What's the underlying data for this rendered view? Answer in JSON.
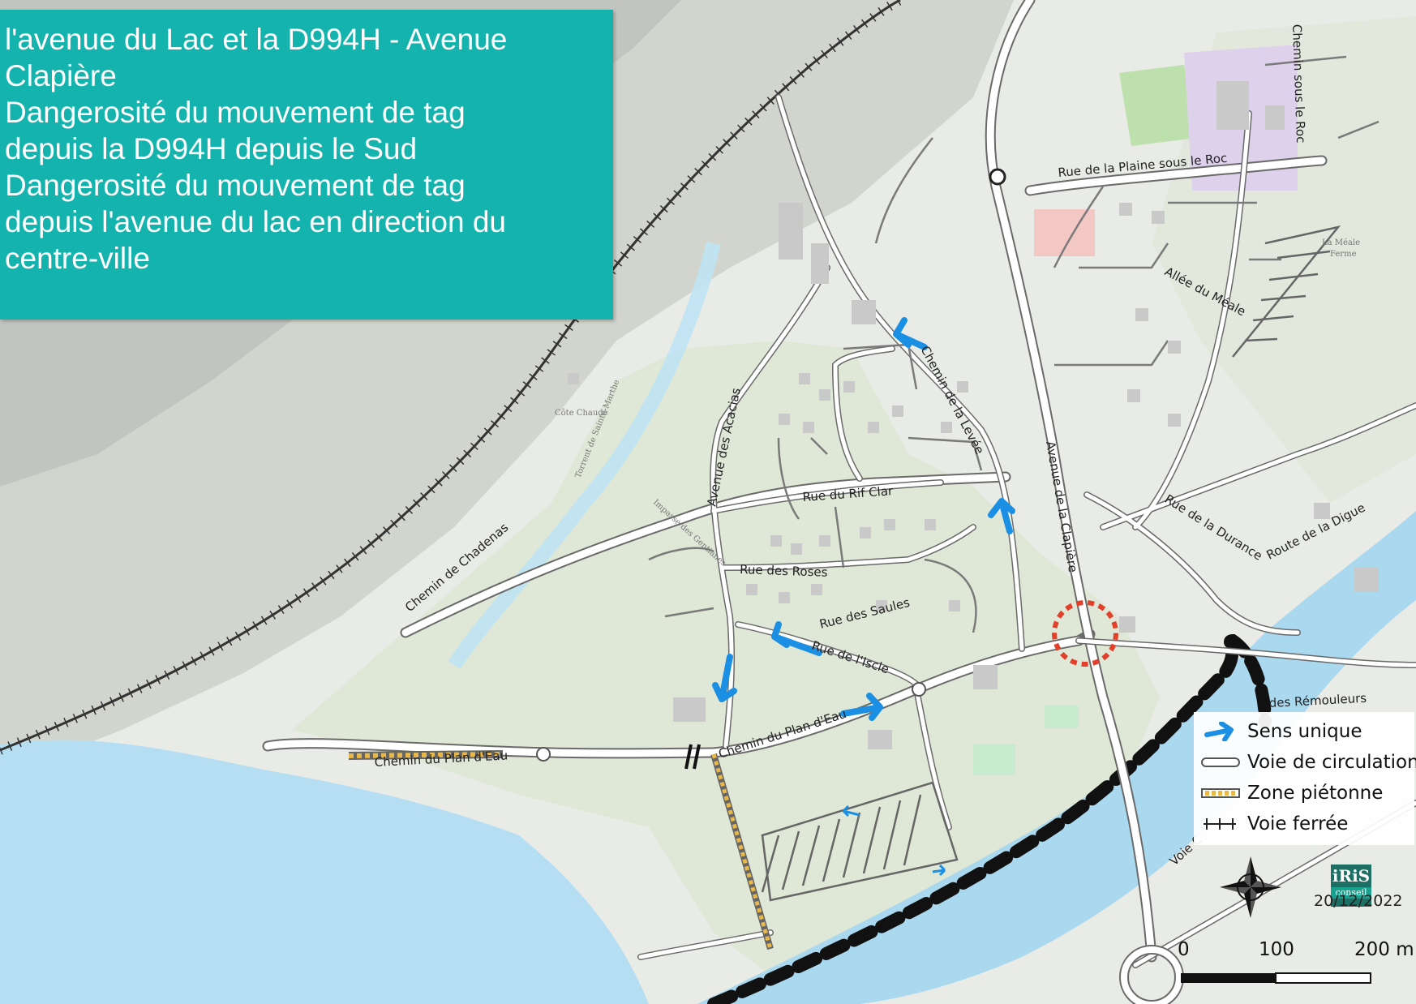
{
  "title_lines": [
    "l'avenue du Lac et la D994H - Avenue",
    "Clapière",
    "Dangerosité du mouvement de tag",
    "depuis la D994H depuis le Sud",
    "Dangerosité du mouvement de tag",
    "depuis l'avenue du lac en direction du",
    "centre-ville"
  ],
  "roads": {
    "chemin_sous_le_roc": "Chemin sous le Roc",
    "rue_plaine": "Rue de la Plaine sous le Roc",
    "allee_meale": "Allée du Méale",
    "chemin_levee": "Chemin de la Levée",
    "avenue_clapiere": "Avenue de la Clapière",
    "avenue_acacias": "Avenue des Acacias",
    "rue_rif_clar": "Rue du Rif Clar",
    "rue_roses": "Rue des Roses",
    "rue_saules": "Rue des Saules",
    "rue_iscle": "Rue de l'Iscle",
    "chemin_chadenas": "Chemin de Chadenas",
    "chemin_plan_eau_1": "Chemin du Plan d'Eau",
    "chemin_plan_eau_2": "Chemin du Plan d'Eau",
    "rue_durance": "Rue de la Durance",
    "route_digue": "Route de la Digue",
    "remouleurs": "des Rémouleurs",
    "voie": "Voie C"
  },
  "places": {
    "cote_chaude": "Côte Chaude",
    "la_meale": "La Méale",
    "ferme": "Ferme",
    "torrent": "Torrent de Sainte-Marthe",
    "impasse": "Impasse des Gentianes"
  },
  "legend": {
    "sens_unique": "Sens unique",
    "voie_circulation": "Voie de circulation",
    "zone_pietonne": "Zone piétonne",
    "voie_ferree": "Voie ferrée"
  },
  "scale": {
    "zero": "0",
    "mid": "100",
    "max": "200 m"
  },
  "date": "20/12/2022",
  "logo": {
    "top": "iRiS",
    "bottom": "conseil"
  },
  "colors": {
    "banner": "#15b3ad",
    "arrow": "#1a8fe3",
    "water": "#a9d8ef",
    "lake": "#b6def2",
    "danger_circle": "#e2402a",
    "pedestrian": "#e8b84a"
  }
}
